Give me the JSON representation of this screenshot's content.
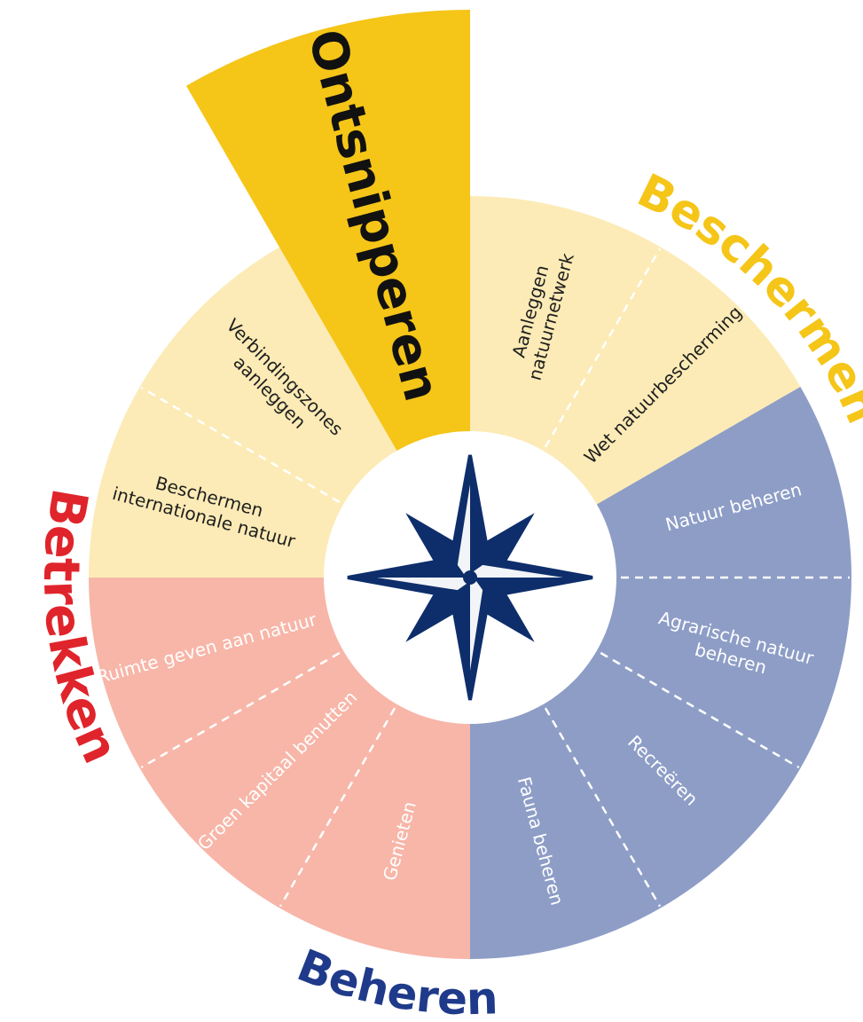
{
  "highlight": {
    "label": "Ontsnipperen",
    "color": "#F5C518",
    "text_color": "#111111"
  },
  "categories": [
    {
      "label": "Beschermen",
      "color": "#F5C518",
      "fill": "#FCEBB6",
      "text_color": "#1f1f1f"
    },
    {
      "label": "Beheren",
      "color": "#1F3A8A",
      "fill": "#8D9DC6",
      "text_color": "#ffffff"
    },
    {
      "label": "Betrekken",
      "color": "#E0242B",
      "fill": "#F7B6A8",
      "text_color": "#ffffff"
    }
  ],
  "segments": [
    {
      "lines": [
        "Aanleggen",
        "natuurnetwerk"
      ],
      "category": 0
    },
    {
      "lines": [
        "Wet natuurbescherming"
      ],
      "category": 0
    },
    {
      "lines": [
        "Natuur beheren"
      ],
      "category": 1
    },
    {
      "lines": [
        "Agrarische natuur",
        "beheren"
      ],
      "category": 1
    },
    {
      "lines": [
        "Recreëren"
      ],
      "category": 1
    },
    {
      "lines": [
        "Fauna beheren"
      ],
      "category": 1
    },
    {
      "lines": [
        "Genieten"
      ],
      "category": 2
    },
    {
      "lines": [
        "Groen kapitaal benutten"
      ],
      "category": 2
    },
    {
      "lines": [
        "Ruimte geven aan natuur"
      ],
      "category": 2
    },
    {
      "lines": [
        "Beschermen",
        "internationale natuur"
      ],
      "category": 0
    },
    {
      "lines": [
        "Verbindingszones",
        "aanleggen"
      ],
      "category": 0
    }
  ],
  "compass": {
    "color": "#0E2E6B"
  }
}
